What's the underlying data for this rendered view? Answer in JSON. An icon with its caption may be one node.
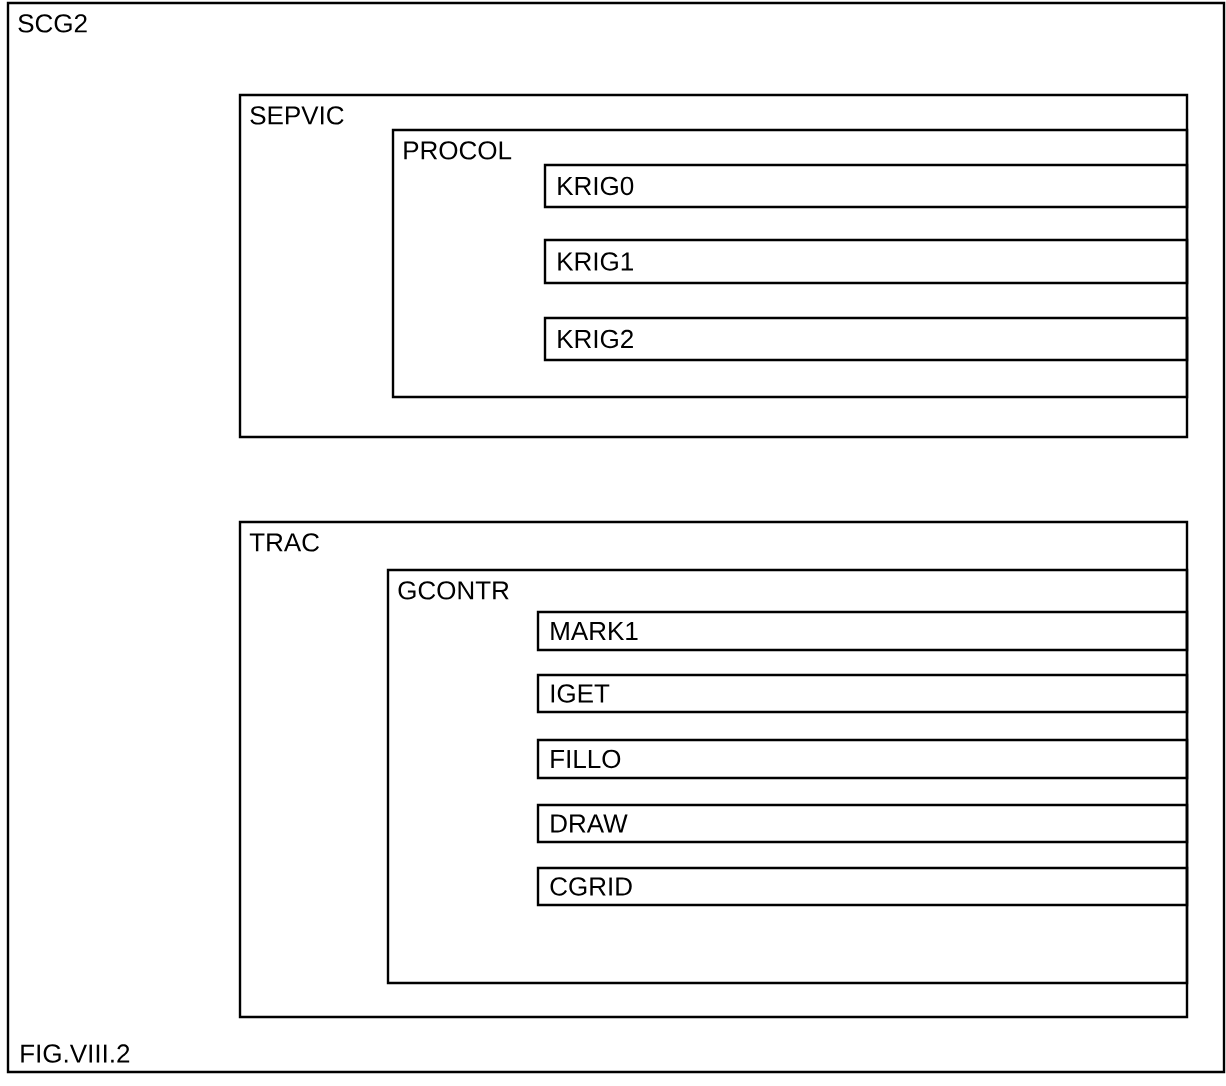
{
  "diagram": {
    "caption": "FIG.VIII.2",
    "nodes": [
      {
        "text": [
          "SCG2"
        ]
      },
      {
        "text": [
          "SEPVIC"
        ],
        "in": 0
      },
      {
        "text": [
          "PROCOL"
        ],
        "in": 1
      },
      {
        "text": [
          "KRIG0"
        ],
        "in": 2
      },
      {
        "text": [
          "KRIG1"
        ],
        "in": 2
      },
      {
        "text": [
          "KRIG2"
        ],
        "in": 2
      },
      {
        "text": [
          "TRAC"
        ],
        "in": 0
      },
      {
        "text": [
          "GCONTR"
        ],
        "in": 6
      },
      {
        "text": [
          "MARK1"
        ],
        "in": 7
      },
      {
        "text": [
          "IGET"
        ],
        "in": 7
      },
      {
        "text": [
          "FILLO"
        ],
        "in": 7
      },
      {
        "text": [
          "DRAW"
        ],
        "in": 7
      },
      {
        "text": [
          "CGRID"
        ],
        "in": 7
      }
    ]
  }
}
